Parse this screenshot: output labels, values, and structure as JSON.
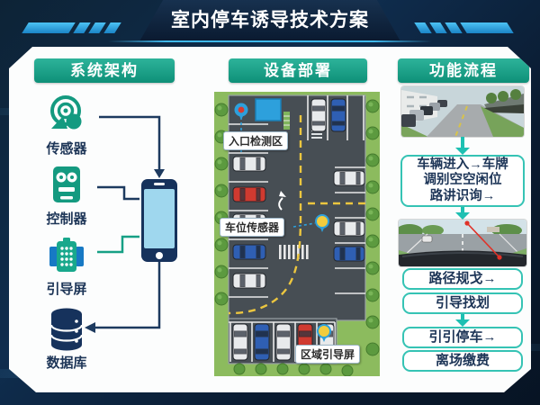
{
  "title": "室内停车诱导技术方案",
  "architecture": {
    "header": "系统架构",
    "items": [
      {
        "label": "传感器",
        "icon": "sensor-icon"
      },
      {
        "label": "控制器",
        "icon": "controller-icon"
      },
      {
        "label": "引导屏",
        "icon": "guidance-screen-icon"
      },
      {
        "label": "数据库",
        "icon": "database-icon"
      }
    ],
    "hub": {
      "icon": "smartphone-icon"
    }
  },
  "deployment": {
    "header": "设备部署",
    "labels": {
      "entrance": "入口检测区",
      "space_sensor": "车位传感器",
      "zone_screen": "区域引导屏"
    }
  },
  "flow": {
    "header": "功能流程",
    "photos": [
      {
        "name": "parking-entrance-photo"
      },
      {
        "name": "in-car-navigation-photo"
      }
    ],
    "step1_lines": [
      "车辆进入→车牌",
      "调别空空闲位",
      "路讲识询→"
    ],
    "boxes": [
      "路径规戈→",
      "引导找划",
      "引引停车→",
      "离场缴费"
    ]
  },
  "colors": {
    "header_teal": "#12997f",
    "flow_border": "#35c3b4",
    "navy_text": "#1d3557",
    "accent_cyan": "#3fb9ee",
    "slide_bg": "#0d2336",
    "map_grass": "#8cbb5e",
    "map_asphalt": "#474e54",
    "marker_yellow": "#f2cc3d",
    "marker_blue": "#2da0dc"
  }
}
